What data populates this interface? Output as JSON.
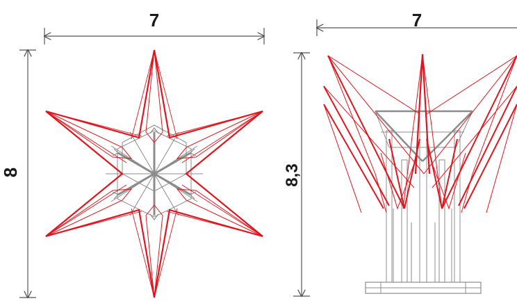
{
  "plan_view": {
    "width_label": "7",
    "height_label": "8"
  },
  "elevation_view": {
    "width_label": "7",
    "height_label": "8,3"
  },
  "colors": {
    "structure_red": "#e0151e",
    "structure_grey": "#8c8c8c",
    "dimension_line": "#555555"
  }
}
